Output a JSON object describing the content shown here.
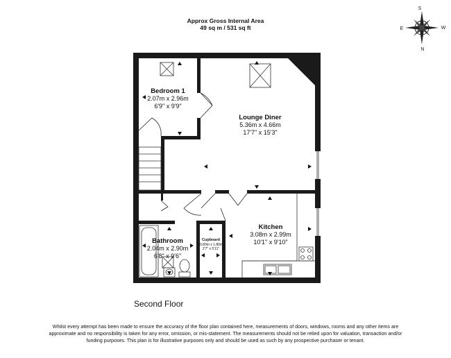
{
  "header": {
    "line1": "Approx Gross Internal Area",
    "line2": "49 sq m / 531 sq ft"
  },
  "compass": {
    "north": "N",
    "south": "S",
    "east": "E",
    "west": "W"
  },
  "rooms": {
    "bedroom1": {
      "name": "Bedroom 1",
      "metric": "2.07m x 2.96m",
      "imperial": "6'9\" x 9'9\""
    },
    "lounge": {
      "name": "Lounge Diner",
      "metric": "5.36m x 4.66m",
      "imperial": "17'7\" x 15'3\""
    },
    "kitchen": {
      "name": "Kitchen",
      "metric": "3.08m x 2.99m",
      "imperial": "10'1\" x 9'10\""
    },
    "bathroom": {
      "name": "Bathroom",
      "metric": "2.04m x 2.90m",
      "imperial": "6'8\" x 9'6\""
    },
    "cupboard": {
      "name": "Cupboard",
      "metric": "0.80m x 1.80m",
      "imperial": "2'7\" x 5'11\""
    }
  },
  "floor_label": "Second Floor",
  "disclaimer": "Whilst every attempt has been made to ensure the accuracy of the floor plan contained here, measurements of doors, windows, rooms and any other items are approximate and no responsibility is taken for any error, omission, or mis-statement. The measurements should not be relied upon for valuation, transaction and/or funding purposes. This plan is for illustrative purposes only and should be used as such by any prospective purchaser or tenant."
}
